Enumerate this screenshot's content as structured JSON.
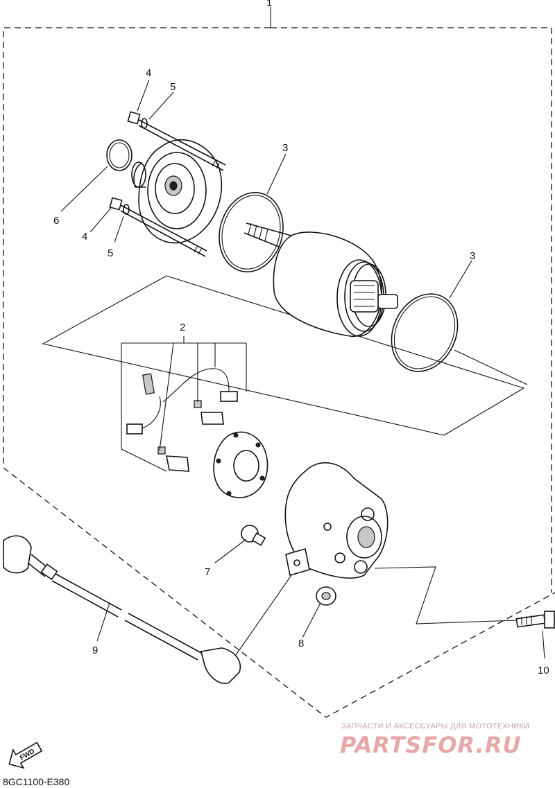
{
  "callouts": [
    {
      "id": "c1",
      "label": "1"
    },
    {
      "id": "c4a",
      "label": "4"
    },
    {
      "id": "c5a",
      "label": "5"
    },
    {
      "id": "c3a",
      "label": "3"
    },
    {
      "id": "c6",
      "label": "6"
    },
    {
      "id": "c4b",
      "label": "4"
    },
    {
      "id": "c5b",
      "label": "5"
    },
    {
      "id": "c3b",
      "label": "3"
    },
    {
      "id": "c2",
      "label": "2"
    },
    {
      "id": "c7",
      "label": "7"
    },
    {
      "id": "c9",
      "label": "9"
    },
    {
      "id": "c8",
      "label": "8"
    },
    {
      "id": "c10",
      "label": "10"
    }
  ],
  "fwd_label": "FWD",
  "diagram_code": "8GC1100-E380",
  "watermark": {
    "tagline": "ЗАПЧАСТИ И АКСЕССУАРЫ ДЛЯ МОТОТЕХНИКИ",
    "logo": "PARTSFOR.RU"
  },
  "colors": {
    "line": "#111111",
    "watermark": "#e6a8a8"
  }
}
